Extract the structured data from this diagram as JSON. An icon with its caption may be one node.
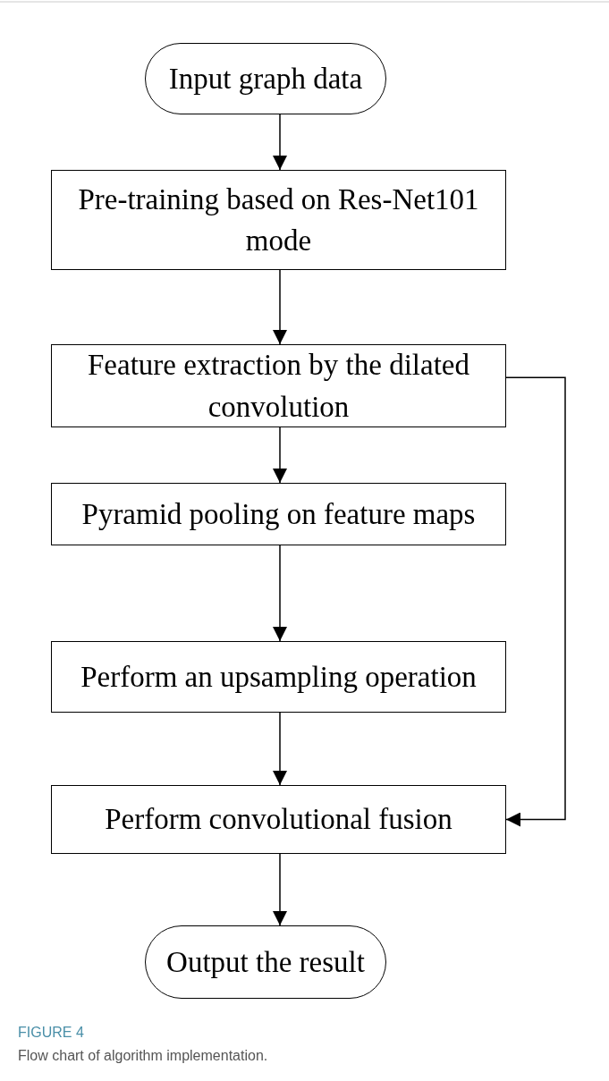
{
  "diagram": {
    "caption": "Flow chart of algorithm implementation.",
    "nodes": [
      {
        "text": [
          "Input graph data"
        ]
      },
      {
        "text": [
          "Pre-training based on Res-Net101 mode"
        ]
      },
      {
        "text": [
          "Feature extraction by the dilated convolution"
        ]
      },
      {
        "text": [
          "Pyramid pooling on feature maps"
        ]
      },
      {
        "text": [
          "Perform an upsampling operation"
        ]
      },
      {
        "text": [
          "Perform convolutional fusion"
        ]
      },
      {
        "text": [
          "Output the result"
        ]
      }
    ],
    "edges": [
      {
        "from": 0,
        "to": 1,
        "arrow": "to"
      },
      {
        "from": 1,
        "to": 2,
        "arrow": "to"
      },
      {
        "from": 2,
        "to": 3,
        "arrow": "to"
      },
      {
        "from": 3,
        "to": 4,
        "arrow": "to"
      },
      {
        "from": 4,
        "to": 5,
        "arrow": "to"
      },
      {
        "from": 2,
        "to": 5,
        "arrow": "to"
      },
      {
        "from": 5,
        "to": 6,
        "arrow": "to"
      }
    ],
    "labels": [
      "FIGURE 4"
    ]
  }
}
